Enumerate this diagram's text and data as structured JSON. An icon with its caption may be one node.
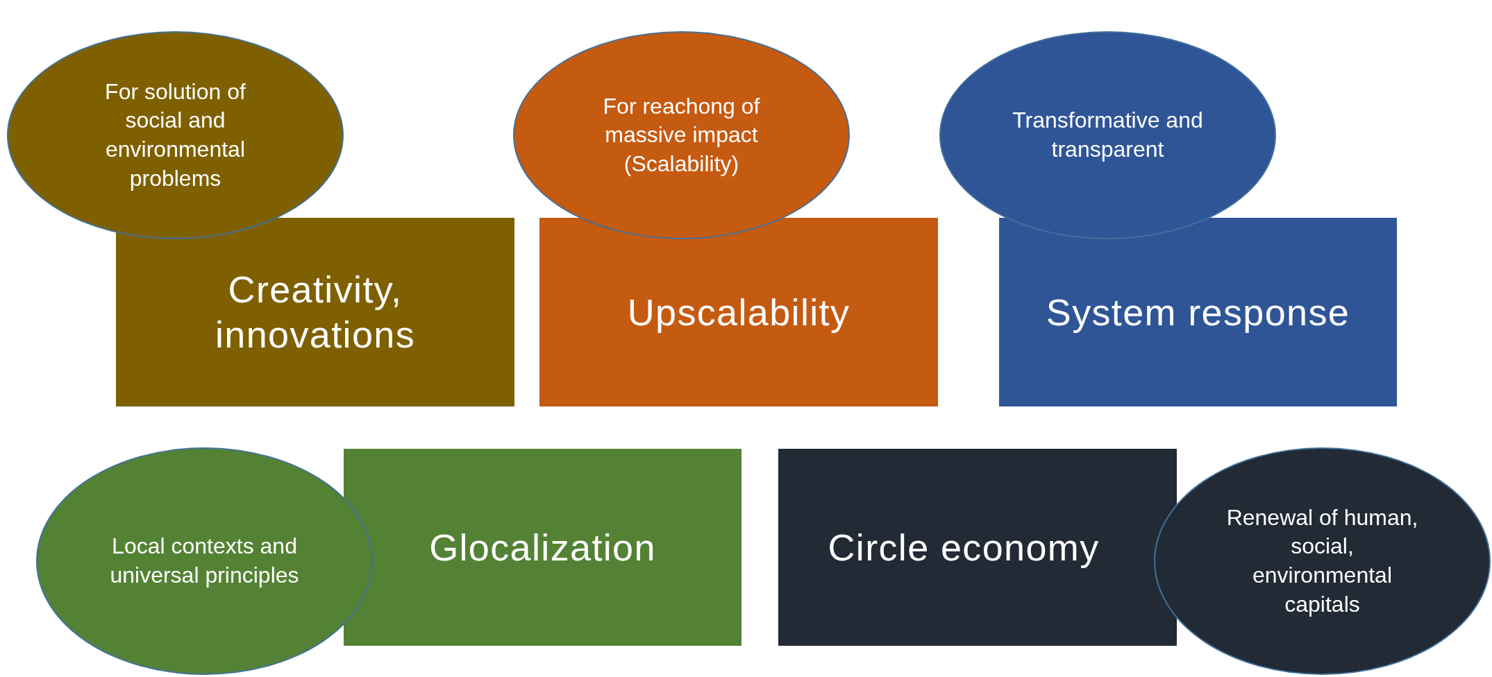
{
  "diagram": {
    "nodes": [
      {
        "text": [
          "For solution of social and environmental problems"
        ]
      },
      {
        "text": [
          "Creativity, innovations"
        ]
      },
      {
        "text": [
          "For reachong of massive impact (Scalability)"
        ]
      },
      {
        "text": [
          "Upscalability"
        ]
      },
      {
        "text": [
          "Transformative and transparent"
        ]
      },
      {
        "text": [
          "System response"
        ]
      },
      {
        "text": [
          "Local contexts and universal principles"
        ]
      },
      {
        "text": [
          "Glocalization"
        ]
      },
      {
        "text": [
          "Circle economy"
        ]
      },
      {
        "text": [
          "Renewal of human, social, environmental capitals"
        ]
      }
    ]
  }
}
